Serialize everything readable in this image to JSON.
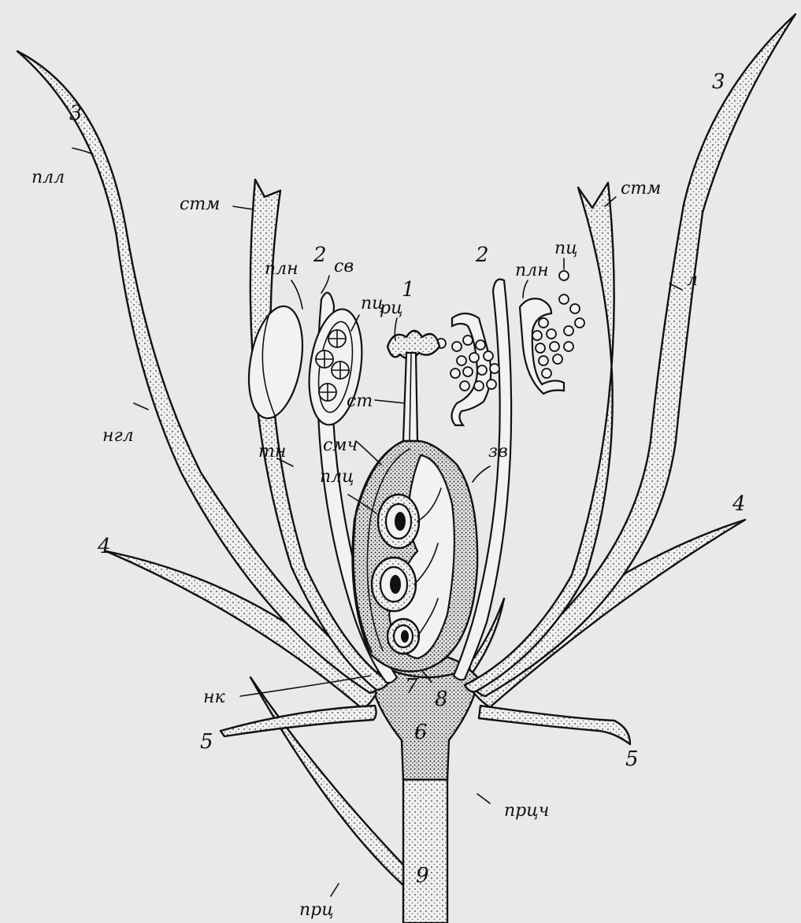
{
  "labels": {
    "n3_left": "3",
    "pll": "плл",
    "stm_left": "стм",
    "n2_left": "2",
    "sv": "св",
    "pln_left": "плн",
    "pc_left": "пц",
    "n1": "1",
    "rc": "рц",
    "st": "ст",
    "tn": "тн",
    "ngl": "нгл",
    "smch": "смч",
    "plc": "плц",
    "zv": "зв",
    "n3_right": "3",
    "stm_right": "стм",
    "pc_right": "пц",
    "n2_right": "2",
    "pln_right": "плн",
    "l": "л",
    "n4_left": "4",
    "n4_right": "4",
    "nk": "нк",
    "n7": "7",
    "n8": "8",
    "n5_left": "5",
    "n5_right": "5",
    "n6": "6",
    "prcch": "прцч",
    "n9": "9",
    "prc": "прц"
  },
  "colors": {
    "background": "#e9e9e9",
    "ink": "#111111",
    "fill": "#f2f2f2"
  }
}
